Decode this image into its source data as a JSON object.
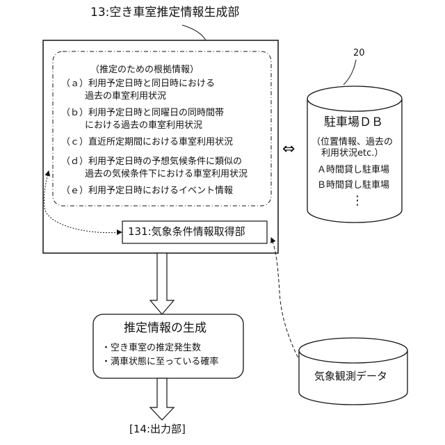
{
  "unit_title": "13:空き車室推定情報生成部",
  "basis": {
    "heading": "（推定のための根拠情報）",
    "items": [
      [
        "（ａ）利用予定日時と同日時における",
        "過去の車室利用状況"
      ],
      [
        "（ｂ）利用予定日時と同曜日の同時間帯",
        "における過去の車室利用状況"
      ],
      [
        "（ｃ）直近所定期間における車室利用状況"
      ],
      [
        "（ｄ）利用予定日時の予想気候条件に類似の",
        "過去の気候条件下における車室利用状況"
      ],
      [
        "（ｅ）利用予定日時におけるイベント情報"
      ]
    ]
  },
  "weather_acquisition": "131:気象条件情報取得部",
  "parking_db": {
    "ref": "20",
    "title": "駐車場ＤＢ",
    "desc": [
      "（位置情報、過去の",
      "利用状況etc.）"
    ],
    "entries": [
      "Ａ時間貸し駐車場",
      "Ｂ時間貸し駐車場"
    ],
    "more": "⋮"
  },
  "bidirectional_symbol": "⇔",
  "generation": {
    "title": "推定情報の生成",
    "items": [
      "・空き車室の推定発生数",
      "・満車状態に至っている確率"
    ]
  },
  "weather_data": "気象観測データ",
  "output": "[14:出力部]"
}
